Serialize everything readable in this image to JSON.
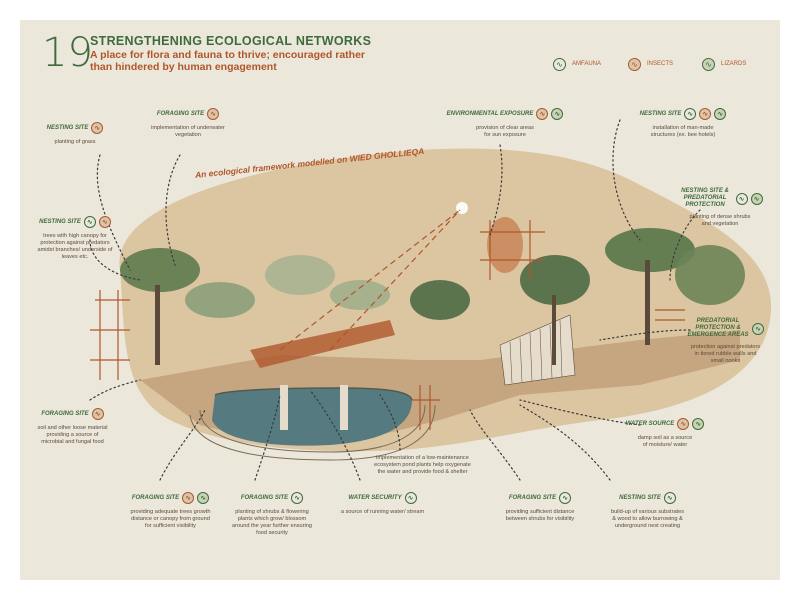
{
  "header": {
    "number": "19",
    "title": "STRENGTHENING ECOLOGICAL NETWORKS",
    "subtitle": "A place for flora and fauna to thrive; encouraged rather than hindered by human engagement"
  },
  "legend": [
    {
      "label": "AMFAUNA",
      "icon": "wave-icon",
      "color": "#3f6b3c"
    },
    {
      "label": "INSECTS",
      "icon": "insect-icon",
      "color": "#b0562b"
    },
    {
      "label": "LIZARDS",
      "icon": "lizard-icon",
      "color": "#3f6b3c"
    }
  ],
  "framework_label": "An ecological framework modelled on WIED GHOLLIEQA",
  "annotations": {
    "nesting_grass": {
      "title": "NESTING SITE",
      "text": "planting of grass"
    },
    "foraging_underwater": {
      "title": "FORAGING SITE",
      "text": "implementation of underwater vegetation"
    },
    "nesting_trees": {
      "title": "NESTING SITE",
      "text": "trees with high canopy for protection against predators amidst branches/ underside of leaves etc."
    },
    "environmental_exposure": {
      "title": "ENVIRONMENTAL EXPOSURE",
      "text": "provision of clear areas for sun exposure"
    },
    "nesting_manmade": {
      "title": "NESTING SITE",
      "text": "installation of man-made structures (ex. bee hotels)"
    },
    "nesting_predatorial": {
      "title": "NESTING SITE & PREDATORIAL PROTECTION",
      "text": "planting of dense shrubs and vegetation"
    },
    "predatorial_emergence": {
      "title": "PREDATORIAL PROTECTION & EMERGENCE AREAS",
      "text": "protection against predators in tiered rubble walls and small nooks"
    },
    "foraging_soil": {
      "title": "FORAGING SITE",
      "text": "soil and other loose material providing a source of microbial and fungal food"
    },
    "water_source": {
      "title": "WATER SOURCE",
      "text": "damp soil as a source of moisture/ water"
    },
    "pond": {
      "text": "implementation of a low-maintenance ecosystem pond plants help oxygenate the water and provide food & shelter"
    },
    "foraging_canopy": {
      "title": "FORAGING SITE",
      "text": "providing adequate trees growth distance or canopy from ground for sufficient visibility"
    },
    "foraging_shrubs": {
      "title": "FORAGING SITE",
      "text": "planting of shrubs & flowering plants which grow/ blossom around the year further ensuring food security"
    },
    "water_security": {
      "title": "WATER SECURITY",
      "text": "a source of running water/ stream"
    },
    "foraging_distance": {
      "title": "FORAGING SITE",
      "text": "providing sufficient distance between shrubs for visibility"
    },
    "nesting_substrates": {
      "title": "NESTING SITE",
      "text": "build-up of various substrates & wood to allow burrowing & underground nest creating"
    }
  },
  "colors": {
    "green": "#3f6b3c",
    "orange": "#b0562b",
    "sand": "#d9bf97",
    "paper": "#ece7db"
  }
}
